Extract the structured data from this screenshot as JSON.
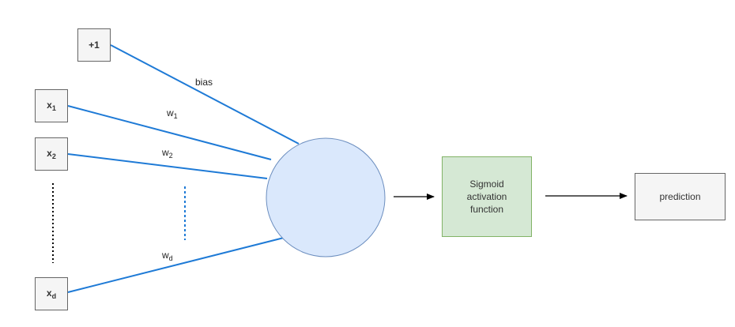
{
  "inputs": {
    "bias_input": "+1",
    "x1": {
      "base": "x",
      "sub": "1"
    },
    "x2": {
      "base": "x",
      "sub": "2"
    },
    "xd": {
      "base": "x",
      "sub": "d"
    }
  },
  "weights": {
    "bias": "bias",
    "w1": {
      "base": "w",
      "sub": "1"
    },
    "w2": {
      "base": "w",
      "sub": "2"
    },
    "wd": {
      "base": "w",
      "sub": "d"
    }
  },
  "activation": {
    "line1": "Sigmoid",
    "line2": "activation",
    "line3": "function"
  },
  "output": {
    "label": "prediction"
  },
  "colors": {
    "edge": "#1e7ad6",
    "neuron_fill": "#dae8fc",
    "neuron_stroke": "#6c8ebf",
    "activation_fill": "#d5e8d4",
    "activation_stroke": "#82b366",
    "box_fill": "#f5f5f5",
    "box_stroke": "#666666"
  }
}
